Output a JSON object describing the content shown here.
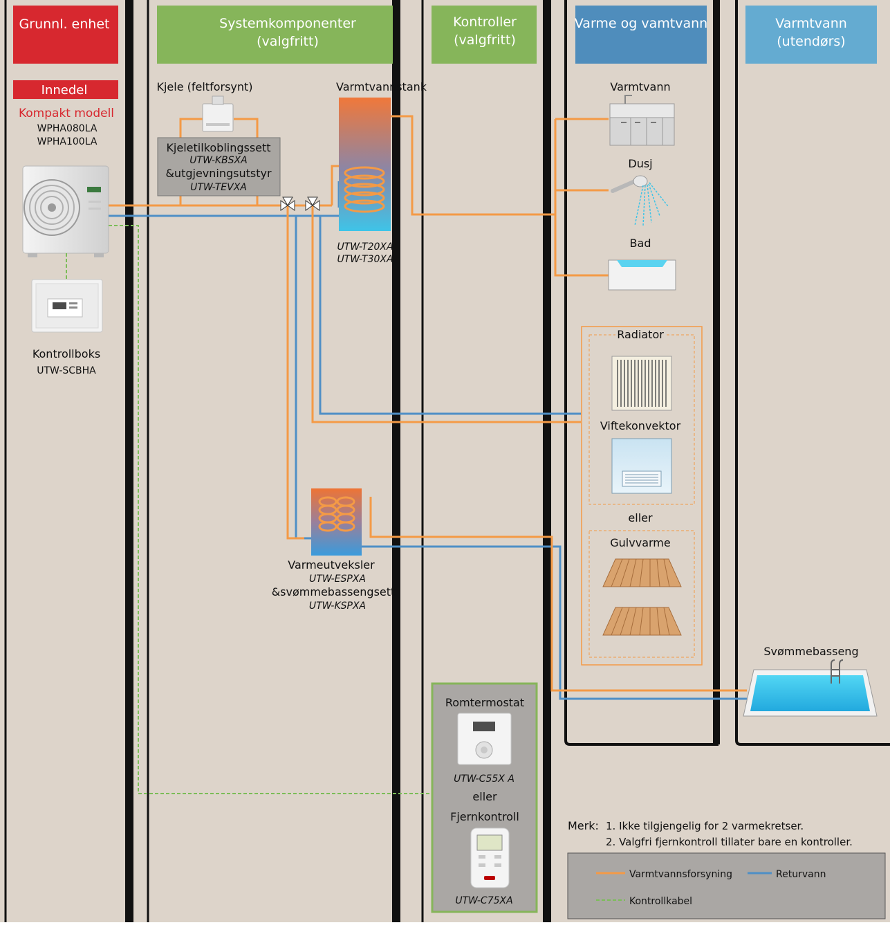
{
  "columns": {
    "basic_unit": "Grunnl. enhet",
    "system_components": [
      "Systemkomponenter",
      "(valgfritt)"
    ],
    "controllers": [
      "Kontroller",
      "(valgfritt)"
    ],
    "heating_hot_water": "Varme og vamtvann",
    "hot_water_outdoor": [
      "Varmtvann",
      "(utendørs)"
    ]
  },
  "indoor": {
    "badge": "Innedel",
    "compact_model": "Kompakt modell",
    "models": [
      "WPHA080LA",
      "WPHA100LA"
    ],
    "control_box_label": "Kontrollboks",
    "control_box_model": "UTW-SCBHA"
  },
  "components": {
    "boiler": "Kjele (feltforsynt)",
    "boiler_kit": "Kjeletilkoblingssett",
    "boiler_kit_model": "UTW-KBSXA",
    "equalizer": "&utgjevningsutstyr",
    "equalizer_model": "UTW-TEVXA",
    "tank": "Varmtvannstank",
    "tank_models": [
      "UTW-T20XA",
      "UTW-T30XA"
    ],
    "heat_exchanger": "Varmeutveksler",
    "heat_exchanger_model": "UTW-ESPXA",
    "pool_kit": "&svømmebassengsett",
    "pool_kit_model": "UTW-KSPXA"
  },
  "controllers": {
    "thermostat": "Romtermostat",
    "thermostat_model": "UTW-C55X A",
    "or": "eller",
    "remote": "Fjernkontroll",
    "remote_model": "UTW-C75XA"
  },
  "heating": {
    "hot_water": "Varmtvann",
    "shower": "Dusj",
    "bath": "Bad",
    "radiator": "Radiator",
    "fan_convector": "Viftekonvektor",
    "or": "eller",
    "floor_heating": "Gulvvarme"
  },
  "outdoor": {
    "pool": "Svømmebasseng"
  },
  "notes": {
    "prefix": "Merk:",
    "items": [
      "1. Ikke tilgjengelig for 2 varmekretser.",
      "2. Valgfri fjernkontroll tillater bare en kontroller."
    ]
  },
  "legend": {
    "supply": "Varmtvannsforsyning",
    "return": "Returvann",
    "control": "Kontrollkabel"
  },
  "colors": {
    "background": "#ddd4ca",
    "basic_unit_header": "#d7282f",
    "optional_header": "#86b55a",
    "heating_header": "#4f8dbc",
    "outdoor_header": "#64abd1",
    "supply_pipe": "#f49a46",
    "return_pipe": "#4e8fc6",
    "control_cable": "#7bbd58"
  }
}
